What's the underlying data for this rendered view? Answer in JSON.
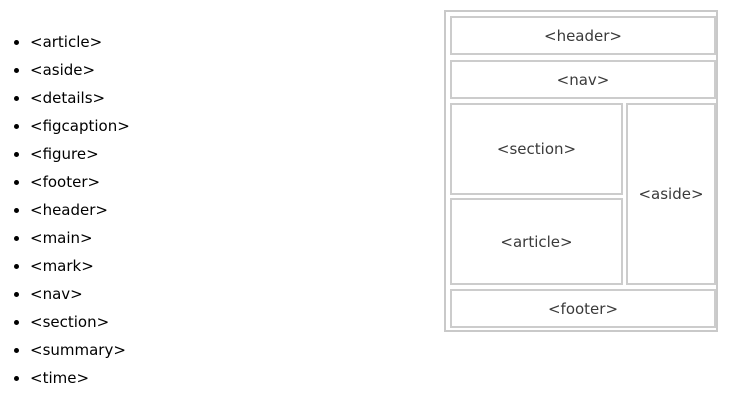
{
  "page": {
    "background_color": "#ffffff",
    "text_color": "#000000",
    "diagram_text_color": "#3a3a3a",
    "diagram_border_color": "#cccccc"
  },
  "tag_list": {
    "items": [
      {
        "label": "<article>"
      },
      {
        "label": "<aside>"
      },
      {
        "label": "<details>"
      },
      {
        "label": "<figcaption>"
      },
      {
        "label": "<figure>"
      },
      {
        "label": "<footer>"
      },
      {
        "label": "<header>"
      },
      {
        "label": "<main>"
      },
      {
        "label": "<mark>"
      },
      {
        "label": "<nav>"
      },
      {
        "label": "<section>"
      },
      {
        "label": "<summary>"
      },
      {
        "label": "<time>"
      }
    ]
  },
  "structure_diagram": {
    "header": "<header>",
    "nav": "<nav>",
    "section": "<section>",
    "article": "<article>",
    "aside": "<aside>",
    "footer": "<footer>"
  }
}
